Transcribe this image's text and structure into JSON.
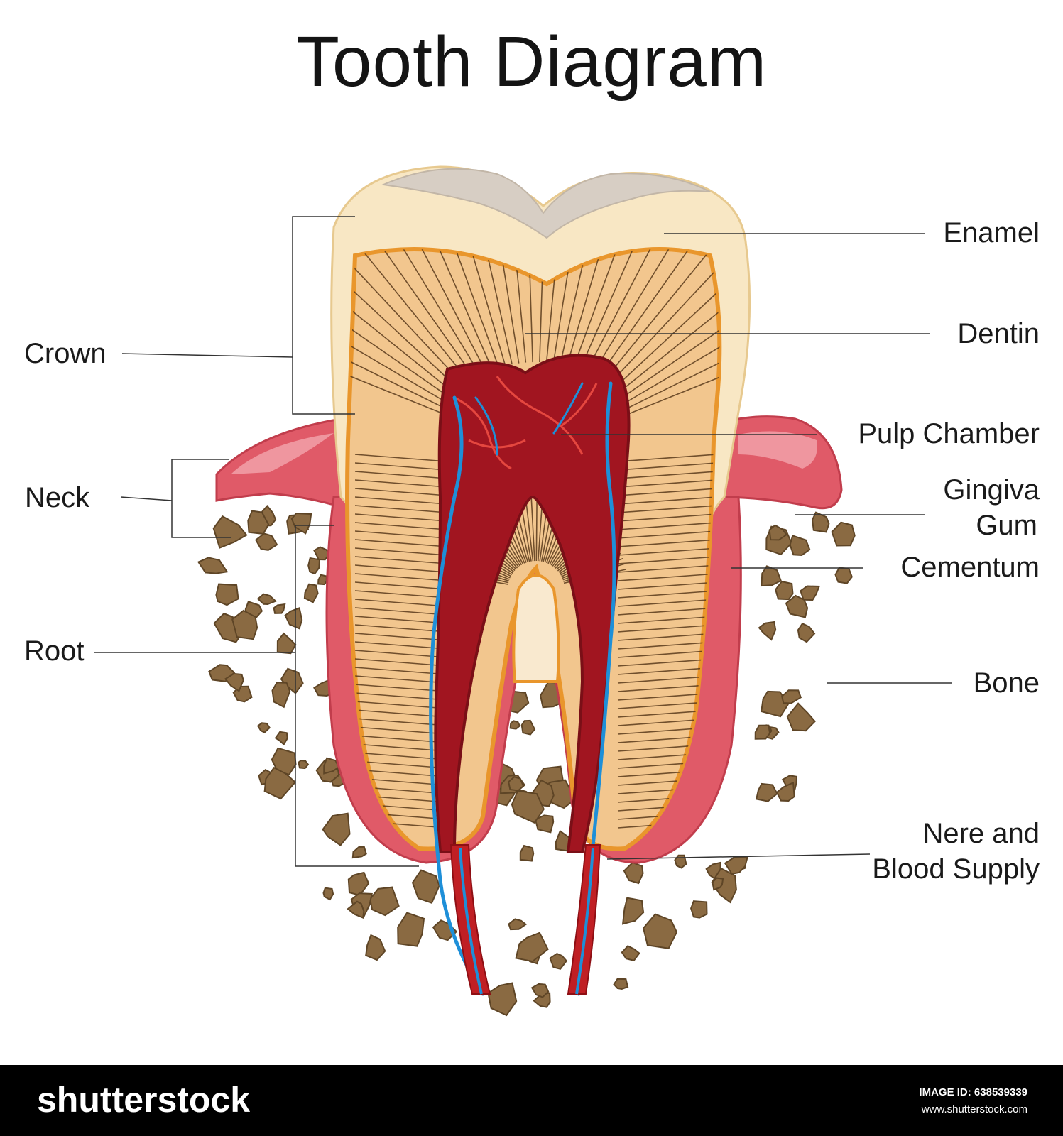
{
  "title": "Tooth Diagram",
  "labels": {
    "left": {
      "crown": "Crown",
      "neck": "Neck",
      "root": "Root"
    },
    "right": {
      "enamel": "Enamel",
      "dentin": "Dentin",
      "pulp_chamber": "Pulp Chamber",
      "gingiva": "Gingiva",
      "gum": "Gum",
      "cementum": "Cementum",
      "bone": "Bone",
      "nerve_line1": "Nere and",
      "nerve_line2": "Blood Supply"
    }
  },
  "watermark": {
    "brand": "shutterstock",
    "image_id": "IMAGE ID: 638539339",
    "site": "www.shutterstock.com"
  },
  "colors": {
    "enamel": "#f8e7c4",
    "enamel_top": "#e2d8cc",
    "dentin": "#f2c68e",
    "dentin_border": "#e9962c",
    "pulp": "#a11520",
    "gum": "#e05a68",
    "bone": "#8a6a42",
    "nerve": "#1e8fd8",
    "vessel": "#c01f24"
  }
}
